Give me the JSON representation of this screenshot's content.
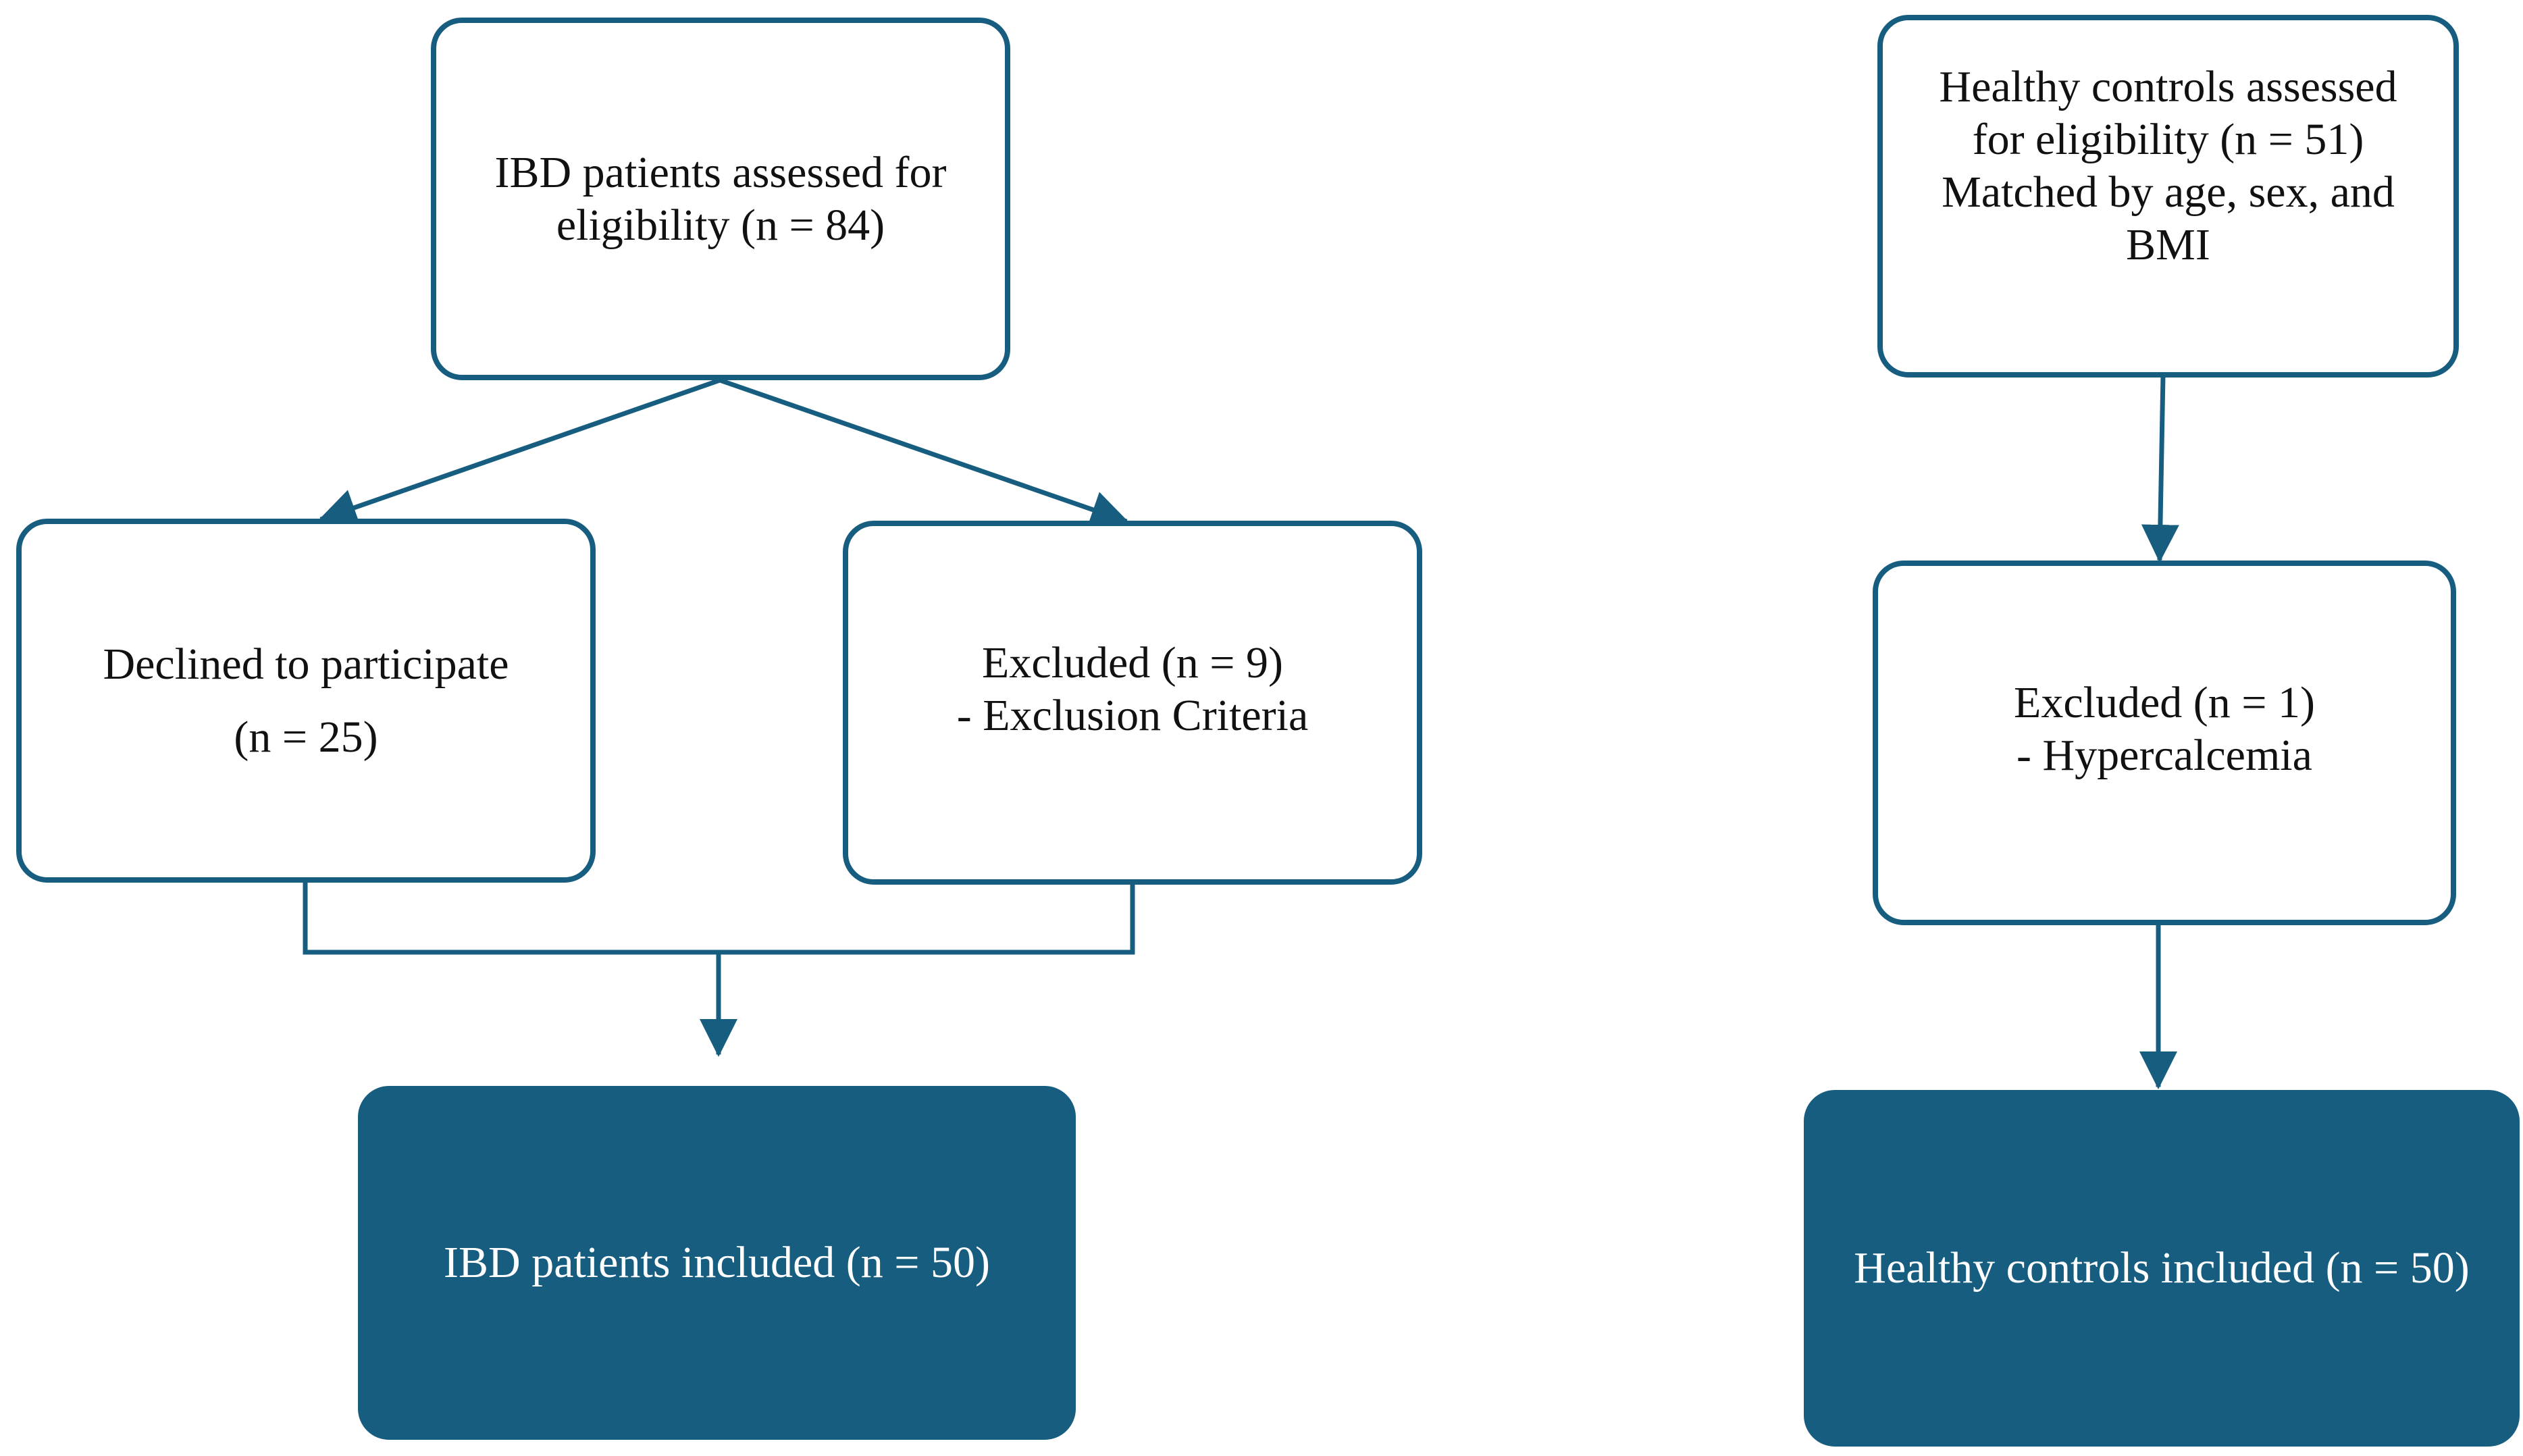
{
  "colors": {
    "stroke": "#175d80",
    "fill": "#175d80",
    "text_dark": "#111111",
    "text_light": "#ffffff",
    "background": "#ffffff"
  },
  "ibd_arm": {
    "assessed": {
      "line1": "IBD patients assessed for",
      "line2": "eligibility (n = 84)"
    },
    "declined": {
      "line1": "Declined to participate",
      "line2": "(n = 25)"
    },
    "excluded": {
      "line1": "Excluded (n = 9)",
      "line2": "- Exclusion Criteria"
    },
    "included": {
      "label": "IBD patients included (n = 50)"
    }
  },
  "control_arm": {
    "assessed": {
      "line1": "Healthy controls assessed",
      "line2": "for eligibility (n = 51)",
      "line3": "Matched by age, sex, and",
      "line4": "BMI"
    },
    "excluded": {
      "line1": "Excluded (n = 1)",
      "line2": "- Hypercalcemia"
    },
    "included": {
      "label": "Healthy controls included (n = 50)"
    }
  }
}
